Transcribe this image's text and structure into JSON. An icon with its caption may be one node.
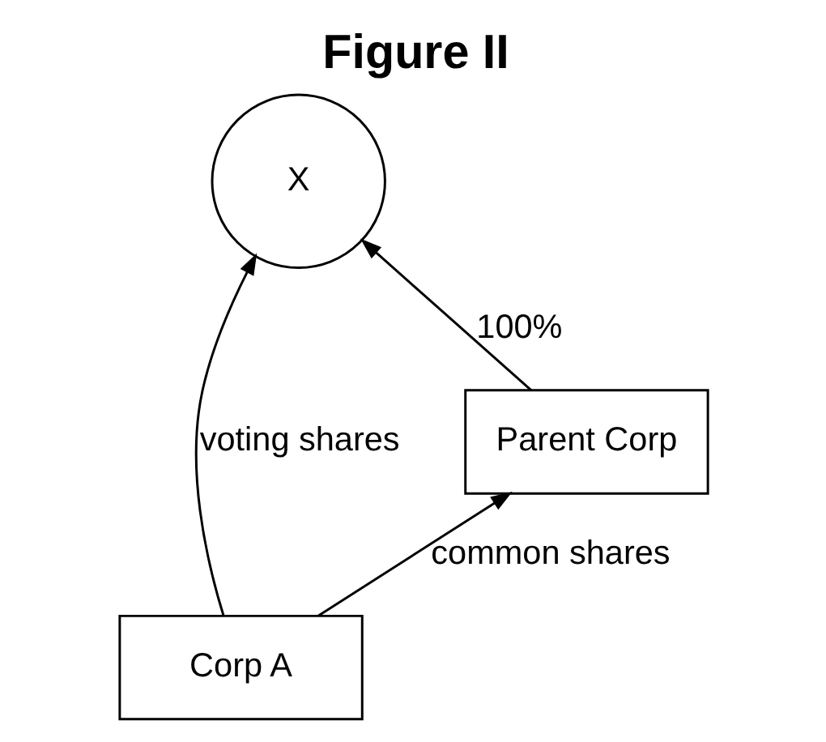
{
  "diagram": {
    "title": "Figure II",
    "nodes": [
      {
        "text": [
          "X"
        ]
      },
      {
        "text": [
          "Parent Corp"
        ]
      },
      {
        "text": [
          "Corp A"
        ]
      }
    ],
    "edges": [
      {
        "from": 1,
        "to": 0,
        "arrow": "to",
        "label": "100%"
      },
      {
        "from": 2,
        "to": 1,
        "arrow": "to",
        "label": "common shares"
      },
      {
        "from": 2,
        "to": 0,
        "arrow": "to",
        "label": "voting shares"
      }
    ]
  }
}
